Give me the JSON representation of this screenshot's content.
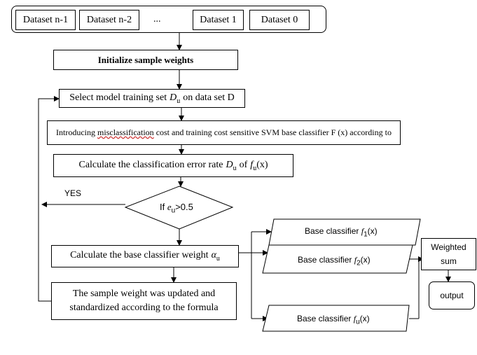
{
  "datasets": {
    "items": [
      "Dataset n-1",
      "Dataset n-2",
      "Dataset 1",
      "Dataset 0"
    ],
    "ellipsis": "..."
  },
  "steps": {
    "init": "Initialize sample weights",
    "select_prefix": "Select model training set",
    "select_var": "D",
    "select_sub": "u",
    "select_suffix": "on data set D",
    "introduce_word": "misclassification",
    "introduce_prefix": "Introducing",
    "introduce_suffix": "cost and training cost sensitive SVM base classifier F (x) according to",
    "calc_error_prefix": "Calculate the classification error rate",
    "calc_error_var": "D",
    "calc_error_sub": "u",
    "calc_error_of": "of",
    "calc_error_f": "f",
    "calc_error_fsub": "u",
    "calc_error_arg": "(x)",
    "decision_prefix": "If",
    "decision_var": "e",
    "decision_sub": "u",
    "decision_suffix": ">0.5",
    "yes_label": "YES",
    "weight_prefix": "Calculate the base classifier weight",
    "weight_var": "α",
    "weight_sub": "u",
    "update_line1": "The sample weight was updated and",
    "update_line2": "standardized according to the formula"
  },
  "classifiers": [
    {
      "prefix": "Base classifier",
      "f": "f",
      "sub": "1",
      "arg": "(x)"
    },
    {
      "prefix": "Base classifier",
      "f": "f",
      "sub": "2",
      "arg": "(x)"
    },
    {
      "prefix": "Base classifier",
      "f": "f",
      "sub": "u",
      "arg": "(x)"
    }
  ],
  "output": {
    "weighted_line1": "Weighted",
    "weighted_line2": "sum",
    "output_label": "output"
  }
}
